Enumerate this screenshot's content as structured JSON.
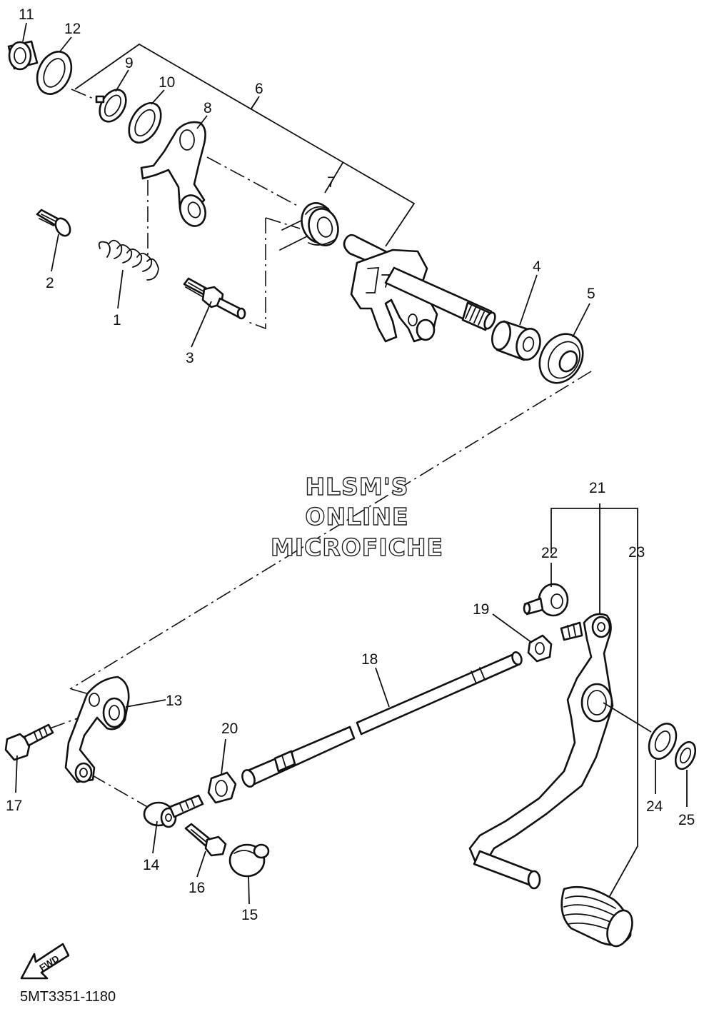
{
  "callouts": [
    "1",
    "2",
    "3",
    "4",
    "5",
    "6",
    "7",
    "8",
    "9",
    "10",
    "11",
    "12",
    "13",
    "14",
    "15",
    "16",
    "17",
    "18",
    "19",
    "20",
    "21",
    "22",
    "23",
    "24",
    "25"
  ],
  "watermark": {
    "line1": "HLSM'S",
    "line2": "ONLINE",
    "line3": "MICROFICHE"
  },
  "drawing_code": "5MT3351-1180",
  "fwd_label": "FWD"
}
